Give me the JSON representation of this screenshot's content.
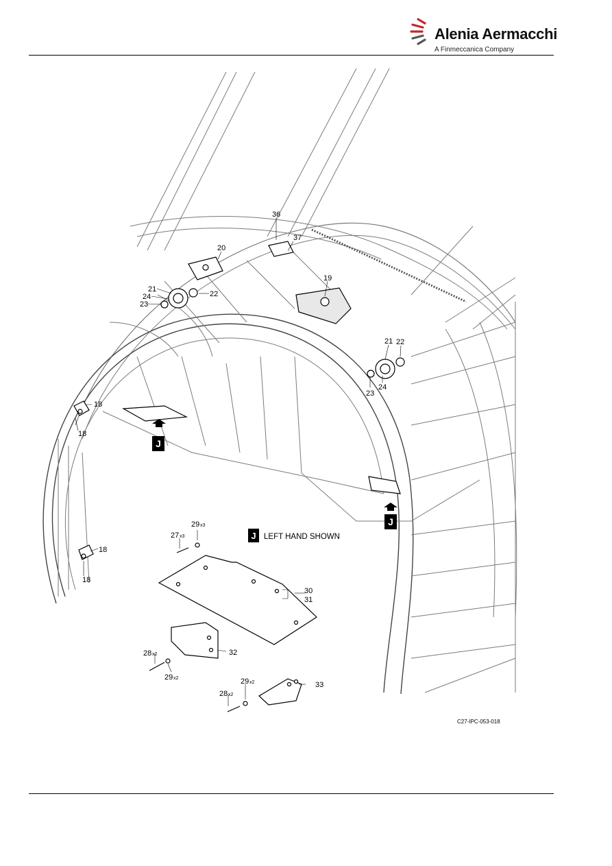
{
  "header": {
    "brand_name": "Alenia Aermacchi",
    "brand_sub": "A Finmeccanica Company",
    "brand_color": "#c0272d"
  },
  "figure": {
    "view_note": "LEFT HAND SHOWN",
    "view_letter": "J",
    "figure_id": "C27-IPC-053-018",
    "callouts": {
      "c18a": "18",
      "c18b": "18",
      "c18c": "18",
      "c18d": "18",
      "c19": "19",
      "c20": "20",
      "c21a": "21",
      "c21b": "21",
      "c22a": "22",
      "c22b": "22",
      "c23a": "23",
      "c23b": "23",
      "c24a": "24",
      "c24b": "24",
      "c27": "27",
      "c27q": "x3",
      "c28a": "28",
      "c28aq": "x2",
      "c28b": "28",
      "c28bq": "x2",
      "c29a": "29",
      "c29aq": "x3",
      "c29b": "29",
      "c29bq": "x2",
      "c29c": "29",
      "c29cq": "x2",
      "c30": "30",
      "c31": "31",
      "c32": "32",
      "c33": "33",
      "c36": "36",
      "c37": "37"
    }
  }
}
